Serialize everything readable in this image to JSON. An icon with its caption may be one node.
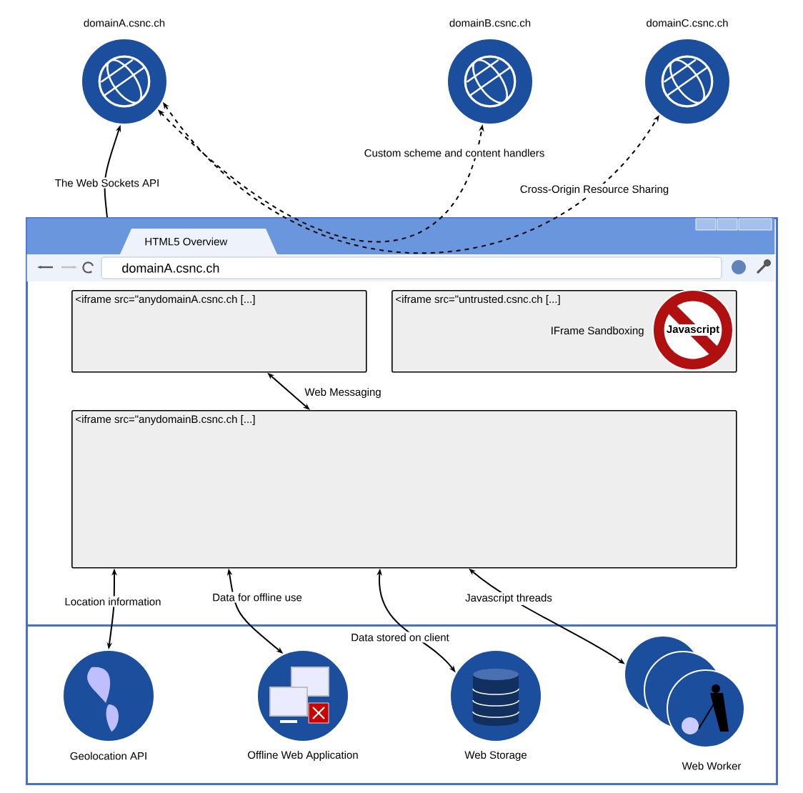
{
  "diagram": {
    "nodes": [
      {
        "text": [
          "domainA.csnc.ch"
        ]
      },
      {
        "text": [
          "domainB.csnc.ch"
        ]
      },
      {
        "text": [
          "domainC.csnc.ch"
        ]
      },
      {
        "text": [
          "HTML5 Overview",
          "domainA.csnc.ch"
        ]
      },
      {
        "text": [
          "<iframe src=\"anydomainA.csnc.ch [...]"
        ],
        "in": 3
      },
      {
        "text": [
          "<iframe src=\"untrusted.csnc.ch [...]",
          "IFrame Sandboxing"
        ],
        "in": 3
      },
      {
        "text": [
          "Javascript"
        ],
        "in": 5
      },
      {
        "text": [
          "<iframe src=\"anydomainB.csnc.ch [...]"
        ],
        "in": 3
      },
      {
        "text": [],
        "shape": "box",
        "in": 3
      },
      {
        "text": [
          "Geolocation API"
        ],
        "in": 8
      },
      {
        "text": [
          "Offline Web Application"
        ],
        "in": 8
      },
      {
        "text": [
          "Web Storage"
        ],
        "in": 8
      },
      {
        "text": [
          "Web Worker"
        ],
        "in": 8
      }
    ],
    "edges": [
      {
        "from": 3,
        "to": 0,
        "arrow": "to",
        "label": "The Web Sockets API"
      },
      {
        "from": 0,
        "to": 1,
        "arrow": "both",
        "style": "dashed",
        "label": "Custom scheme and content handlers"
      },
      {
        "from": 0,
        "to": 2,
        "arrow": "both",
        "style": "dashed",
        "label": "Cross-Origin Resource Sharing"
      },
      {
        "from": 4,
        "to": 7,
        "arrow": "both",
        "label": "Web Messaging"
      },
      {
        "from": 7,
        "to": 9,
        "arrow": "both",
        "label": "Location information"
      },
      {
        "from": 7,
        "to": 10,
        "arrow": "both",
        "label": "Data for offline use"
      },
      {
        "from": 7,
        "to": 11,
        "arrow": "both",
        "label": "Data stored on client"
      },
      {
        "from": 7,
        "to": 12,
        "arrow": "both",
        "label": "Javascript threads"
      }
    ]
  }
}
